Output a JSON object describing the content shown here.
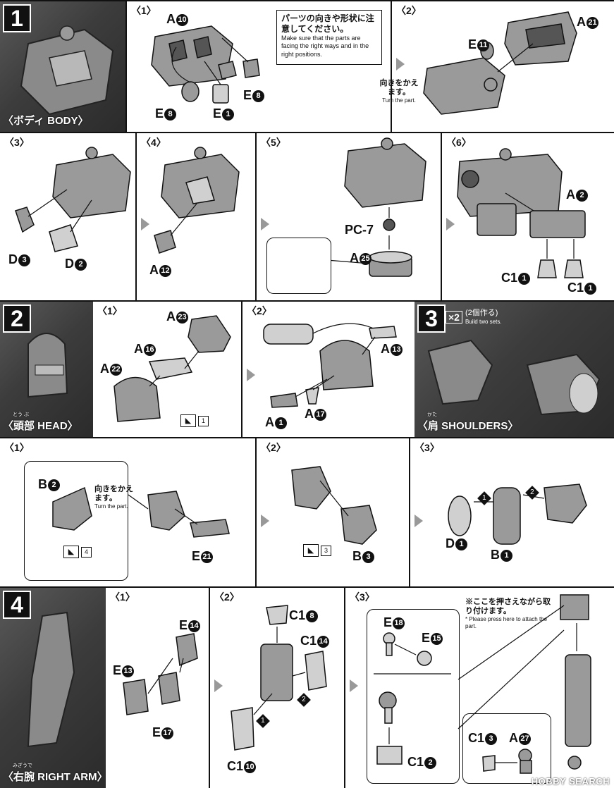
{
  "sections": {
    "body": {
      "number": "1",
      "caption": "〈ボディ BODY〉",
      "caption_ruby": "",
      "steps": [
        {
          "label": "〈1〉",
          "parts": [
            {
              "letter": "A",
              "num": "10"
            },
            {
              "letter": "E",
              "num": "8"
            },
            {
              "letter": "E",
              "num": "1"
            },
            {
              "letter": "E",
              "num": "8"
            }
          ]
        },
        {
          "label": "〈2〉",
          "parts": [
            {
              "letter": "E",
              "num": "11"
            },
            {
              "letter": "A",
              "num": "21"
            }
          ]
        },
        {
          "label": "〈3〉",
          "parts": [
            {
              "letter": "D",
              "num": "3"
            },
            {
              "letter": "D",
              "num": "2"
            }
          ]
        },
        {
          "label": "〈4〉",
          "parts": [
            {
              "letter": "A",
              "num": "12"
            }
          ]
        },
        {
          "label": "〈5〉",
          "parts": [
            {
              "letter": "PC-7",
              "num": ""
            },
            {
              "letter": "A",
              "num": "25"
            }
          ]
        },
        {
          "label": "〈6〉",
          "parts": [
            {
              "letter": "A",
              "num": "2"
            },
            {
              "letter": "C1",
              "num": "1"
            },
            {
              "letter": "C1",
              "num": "1"
            }
          ]
        }
      ],
      "note_jp": "パーツの向きや形状に注意してください。",
      "note_en": "Make sure that the parts are facing the right ways and in the right positions.",
      "turn_jp": "向きをかえます。",
      "turn_en": "Turn the part."
    },
    "head": {
      "number": "2",
      "caption": "〈頭部 HEAD〉",
      "caption_ruby": "とう ぶ",
      "steps": [
        {
          "label": "〈1〉",
          "parts": [
            {
              "letter": "A",
              "num": "23"
            },
            {
              "letter": "A",
              "num": "16"
            },
            {
              "letter": "A",
              "num": "22"
            }
          ],
          "ref": "1"
        },
        {
          "label": "〈2〉",
          "parts": [
            {
              "letter": "A",
              "num": "13"
            },
            {
              "letter": "A",
              "num": "1"
            },
            {
              "letter": "A",
              "num": "17"
            }
          ]
        }
      ]
    },
    "shoulders": {
      "number": "3",
      "caption": "〈肩 SHOULDERS〉",
      "caption_ruby": "かた",
      "sets_badge": "×2",
      "sets_jp": "(2個作る)",
      "sets_en": "Build two sets.",
      "steps": [
        {
          "label": "〈1〉",
          "parts": [
            {
              "letter": "B",
              "num": "2"
            },
            {
              "letter": "E",
              "num": "21"
            }
          ],
          "ref": "4"
        },
        {
          "label": "〈2〉",
          "parts": [
            {
              "letter": "B",
              "num": "3"
            }
          ],
          "ref": "3"
        },
        {
          "label": "〈3〉",
          "parts": [
            {
              "letter": "D",
              "num": "1"
            },
            {
              "letter": "B",
              "num": "1"
            }
          ],
          "order": [
            "1",
            "2"
          ]
        }
      ],
      "turn_jp": "向きをかえます。",
      "turn_en": "Turn the part."
    },
    "right_arm": {
      "number": "4",
      "caption": "〈右腕 RIGHT ARM〉",
      "caption_ruby": "みぎうで",
      "steps": [
        {
          "label": "〈1〉",
          "parts": [
            {
              "letter": "E",
              "num": "14"
            },
            {
              "letter": "E",
              "num": "13"
            },
            {
              "letter": "E",
              "num": "17"
            }
          ]
        },
        {
          "label": "〈2〉",
          "parts": [
            {
              "letter": "C1",
              "num": "8"
            },
            {
              "letter": "C1",
              "num": "14"
            },
            {
              "letter": "C1",
              "num": "10"
            }
          ],
          "order": [
            "1",
            "2"
          ]
        },
        {
          "label": "〈3〉",
          "parts": [
            {
              "letter": "E",
              "num": "18"
            },
            {
              "letter": "E",
              "num": "15"
            },
            {
              "letter": "C1",
              "num": "2"
            },
            {
              "letter": "C1",
              "num": "3"
            },
            {
              "letter": "A",
              "num": "27"
            }
          ]
        }
      ],
      "press_jp": "※ここを押さえながら取り付けます。",
      "press_en": "* Please press here to attach the part."
    }
  },
  "watermark": "HOBBY SEARCH"
}
